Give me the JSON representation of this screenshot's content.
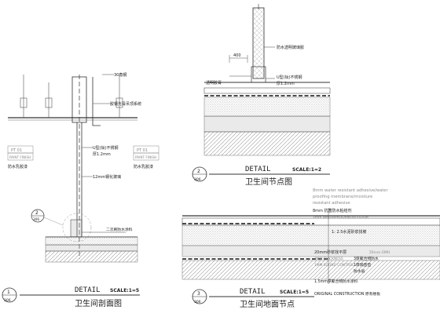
{
  "panel1": {
    "labels": {
      "steel_30": "30角钢",
      "light_box": "胶钢光膏吊顶系统",
      "u_steel": "U型(钛)不锈钢",
      "u_steel_thk": "厚1.2mm",
      "waterproof_l": "防水乳胶漆",
      "waterproof_r": "防水乳胶漆",
      "glass_12": "12mm钢化玻璃",
      "grout": "二次刷防水涂料"
    },
    "tags": {
      "pt": "PT 01",
      "paint": "PAINT FINISH"
    },
    "callout": {
      "num": "2",
      "sheet": "306"
    },
    "title": {
      "detail": "DETAIL",
      "scale": "SCALE:1=5",
      "num": "1",
      "sheet": "306",
      "name": "卫生间剖面图"
    }
  },
  "panel2": {
    "labels": {
      "dim": "400",
      "glass_strip": "防水透明玻璃胶",
      "clear_glass": "透明胶膏",
      "u_steel": "U型(钛)不锈钢",
      "u_steel_thk": "厚1.2mm"
    },
    "title": {
      "detail": "DETAIL",
      "scale": "SCALE:1=2",
      "num": "2",
      "sheet": "306",
      "name": "卫生间节点图"
    }
  },
  "panel3": {
    "labels": {
      "en1": "8mm water resistant adhesive/water",
      "en2": "proofing membrane/moisture",
      "en3": "resistant adhesive",
      "cn1": "8mm 抗菌防水粘结剂",
      "en4": "1mm WATERPROOFNESS FLOOR",
      "mortar": "1: 2.5水泥砂浆找坡",
      "screed_cn": "20mm砂浆找平层",
      "screed_en": "20mm GMH",
      "thk_en": "3MM THICKNESS",
      "protect_en": "1MM SOUND CONTROL",
      "waterproof_cn": "1.5mm厚聚合物防水涂料",
      "original": "ORIGINAL CONSTRUCTION 原有楼板",
      "rt1": "3厚聚合物防水",
      "rt2": "1厚隔音垫",
      "rt3": "防水层"
    },
    "title": {
      "detail": "DETAIL",
      "scale": "SCALE:1=5",
      "num": "3",
      "sheet": "306",
      "name": "卫生间地面节点"
    }
  }
}
